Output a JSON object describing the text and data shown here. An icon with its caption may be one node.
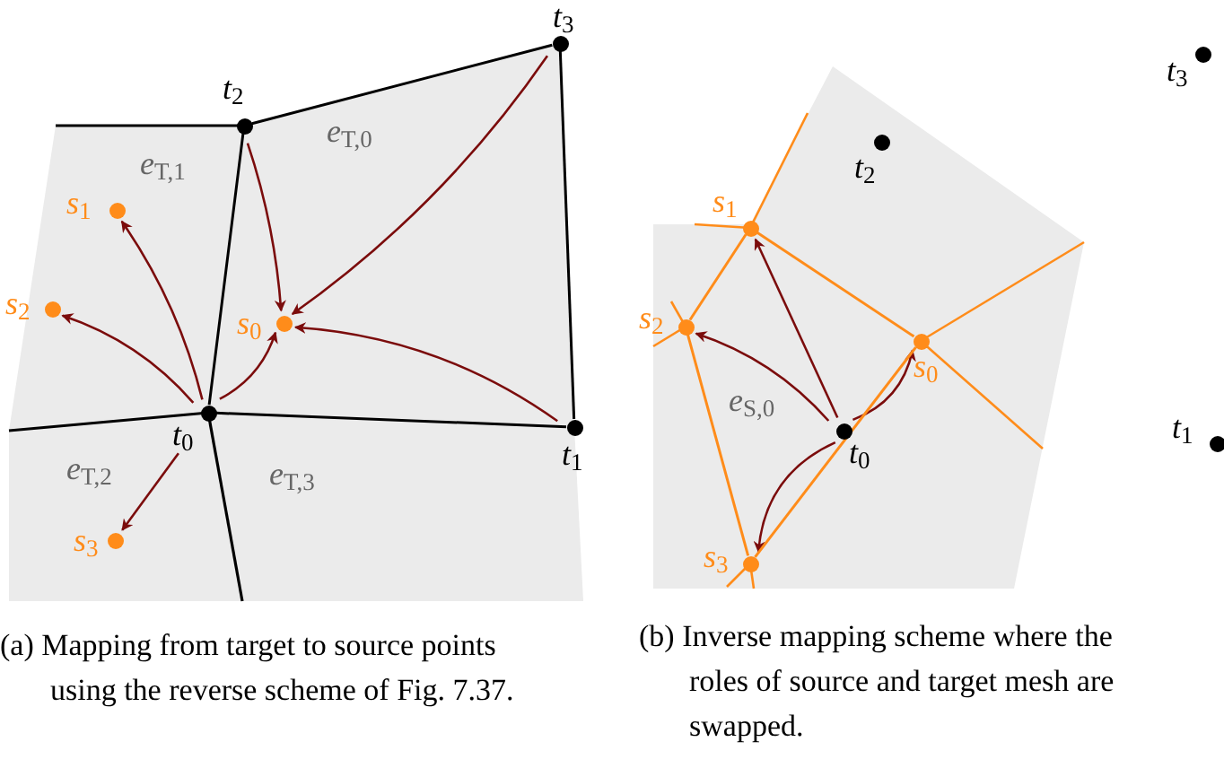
{
  "diagram": {
    "nodes": [
      {
        "text": [
          "*t*$_{3}$"
        ]
      },
      {
        "text": [
          "*t*$_{2}$"
        ]
      },
      {
        "text": [
          "*s*$_{1}$"
        ]
      },
      {
        "text": [
          "*s*$_{2}$"
        ]
      },
      {
        "text": [
          "*s*$_{0}$"
        ]
      },
      {
        "text": [
          "*t*$_{0}$"
        ]
      },
      {
        "text": [
          "*t*$_{1}$"
        ]
      },
      {
        "text": [
          "*s*$_{3}$"
        ]
      },
      {
        "text": [
          "*t*$_{3}$"
        ]
      },
      {
        "text": [
          "*t*$_{2}$"
        ]
      },
      {
        "text": [
          "*s*$_{1}$"
        ]
      },
      {
        "text": [
          "*s*$_{2}$"
        ]
      },
      {
        "text": [
          "*s*$_{0}$"
        ]
      },
      {
        "text": [
          "*t*$_{0}$"
        ]
      },
      {
        "text": [
          "*t*$_{1}$"
        ]
      },
      {
        "text": [
          "*s*$_{3}$"
        ]
      }
    ],
    "edges": [
      {
        "from": 5,
        "to": 2,
        "arrow": "to"
      },
      {
        "from": 5,
        "to": 3,
        "arrow": "to"
      },
      {
        "from": 5,
        "to": 4,
        "arrow": "to"
      },
      {
        "from": 5,
        "to": 7,
        "arrow": "to"
      },
      {
        "from": 1,
        "to": 4,
        "arrow": "to"
      },
      {
        "from": 0,
        "to": 4,
        "arrow": "to"
      },
      {
        "from": 6,
        "to": 4,
        "arrow": "to"
      },
      {
        "from": 13,
        "to": 10,
        "arrow": "to"
      },
      {
        "from": 13,
        "to": 11,
        "arrow": "to"
      },
      {
        "from": 13,
        "to": 12,
        "arrow": "to"
      },
      {
        "from": 13,
        "to": 15,
        "arrow": "to"
      },
      {
        "from": 1,
        "to": 0,
        "arrow": "none",
        "color": "#000000"
      },
      {
        "from": 0,
        "to": 6,
        "arrow": "none",
        "color": "#000000"
      },
      {
        "from": 5,
        "to": 6,
        "arrow": "none",
        "color": "#000000"
      },
      {
        "from": 5,
        "to": 1,
        "arrow": "none",
        "color": "#000000"
      },
      {
        "from": 10,
        "to": 11,
        "arrow": "none",
        "color": "#ff8c1a"
      },
      {
        "from": 11,
        "to": 15,
        "arrow": "none",
        "color": "#ff8c1a"
      },
      {
        "from": 15,
        "to": 12,
        "arrow": "none",
        "color": "#ff8c1a"
      },
      {
        "from": 10,
        "to": 12,
        "arrow": "none",
        "color": "#ff8c1a"
      }
    ],
    "labels": [
      "*e*$_{T,0}$",
      "*e*$_{T,1}$",
      "*e*$_{T,2}$",
      "*e*$_{T,3}$",
      "*e*$_{S,0}$",
      "(a) Mapping from target to source points using the reverse scheme of Fig. 7.37.",
      "(b) Inverse mapping scheme where the roles of source and target mesh are swapped."
    ]
  }
}
